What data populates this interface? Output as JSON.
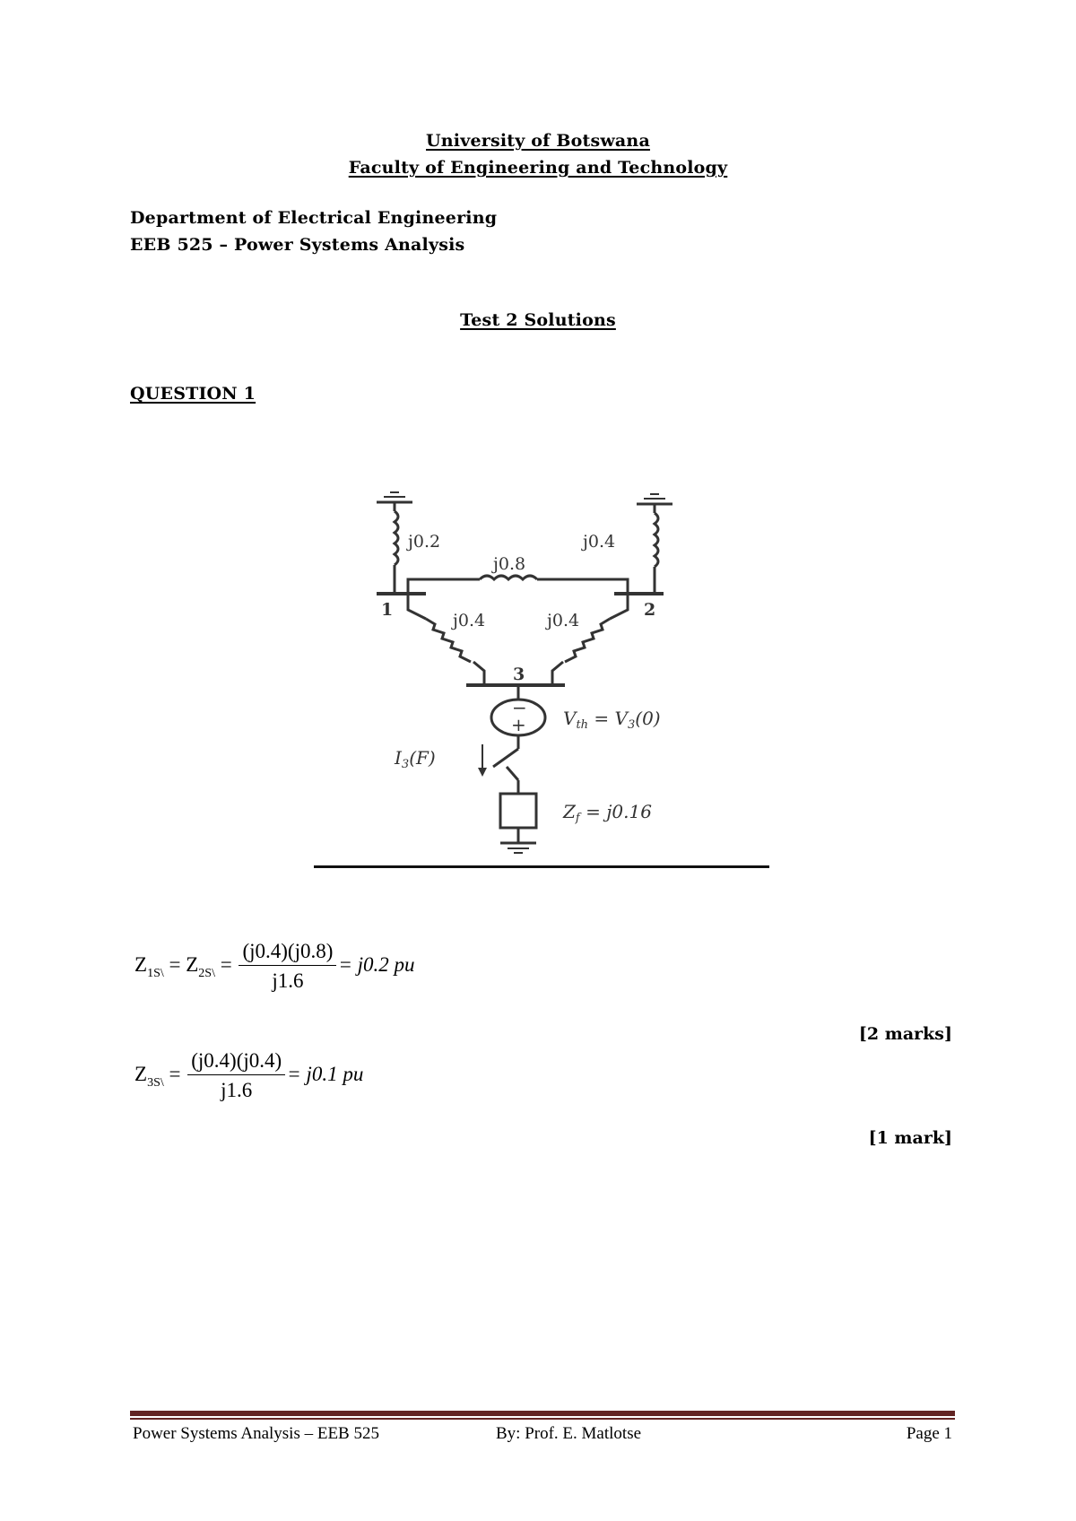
{
  "header": {
    "university": "University of Botswana",
    "faculty": "Faculty of Engineering and Technology",
    "department": "Department of Electrical Engineering",
    "course": "EEB 525 – Power Systems Analysis",
    "title": "Test 2 Solutions"
  },
  "question": {
    "heading": "QUESTION 1"
  },
  "diagram": {
    "labels": {
      "z1_ground": "j0.2",
      "z2_ground": "j0.4",
      "z12": "j0.8",
      "z13": "j0.4",
      "z23": "j0.4",
      "bus1": "1",
      "bus2": "2",
      "bus3": "3",
      "vth": "V",
      "vth_sub": "th",
      "vth_eq": " = V",
      "vth_eq_sub": "3",
      "vth_eq_tail": "(0)",
      "fault_current": "I",
      "fault_current_sub": "3",
      "fault_current_tail": "(F)",
      "zf": "Z",
      "zf_sub": "f",
      "zf_eq": " = j0.16",
      "source_minus": "−",
      "source_plus": "+"
    }
  },
  "equations": [
    {
      "lhs_1": "Z",
      "lhs_1_sub": "1S\\",
      "eq1": " = ",
      "lhs_2": "Z",
      "lhs_2_sub": "2S\\",
      "eq2": " = ",
      "numerator": "(j0.4)(j0.8)",
      "denominator": "j1.6",
      "result": "= j0.2 pu",
      "marks": "[2 marks]"
    },
    {
      "lhs_1": "Z",
      "lhs_1_sub": "3S\\",
      "eq1": " = ",
      "numerator": "(j0.4)(j0.4)",
      "denominator": "j1.6",
      "result": "= j0.1 pu",
      "marks": "[1 mark]"
    }
  ],
  "footer": {
    "left": "Power Systems Analysis – EEB 525",
    "center": "By: Prof. E. Matlotse",
    "right": "Page 1",
    "bar_color": "#622423"
  }
}
